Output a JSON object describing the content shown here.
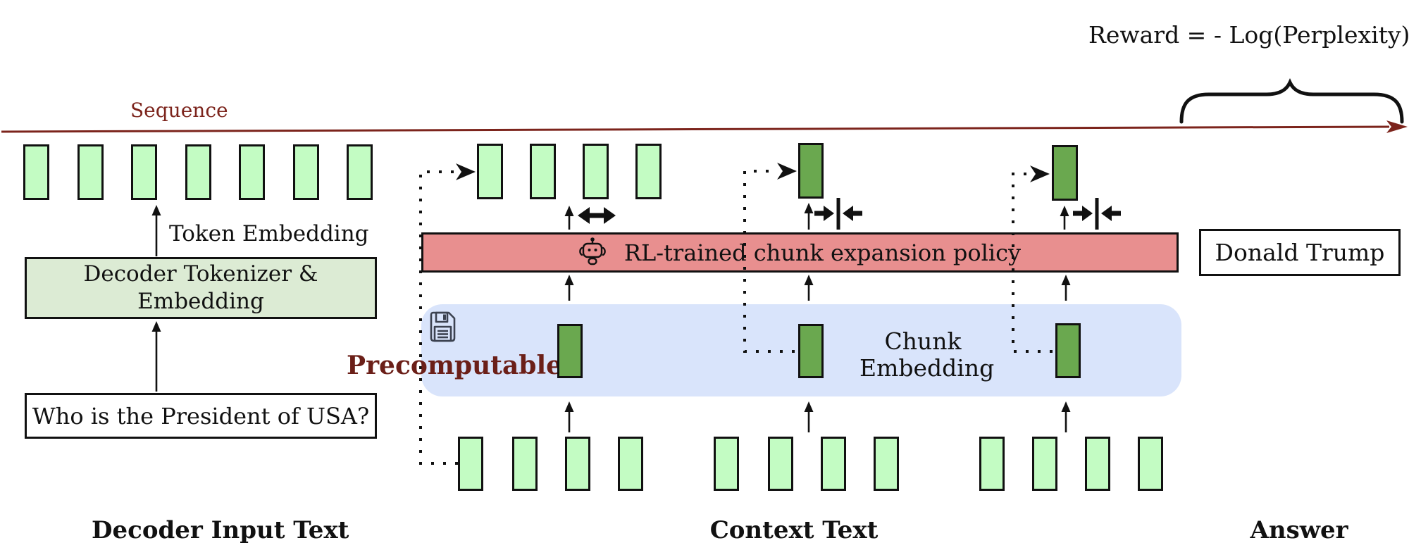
{
  "header": {
    "sequence_label": "Sequence",
    "reward_formula": "Reward = - Log(Perplexity)"
  },
  "decoder_branch": {
    "section_label": "Decoder Input Text",
    "input_text": "Who is the President of USA?",
    "tokenizer_box_line1": "Decoder Tokenizer &",
    "tokenizer_box_line2": "Embedding",
    "token_embedding_label": "Token Embedding",
    "token_count": 7
  },
  "policy": {
    "label": "RL-trained chunk expansion policy",
    "icon": "robot-icon"
  },
  "precompute": {
    "label": "Precomputable",
    "icon": "floppy-disk-icon",
    "chunk_embedding_line1": "Chunk",
    "chunk_embedding_line2": "Embedding",
    "chunk_embedding_count": 3
  },
  "context_branch": {
    "section_label": "Context Text",
    "group_count": 3,
    "tokens_per_group": 4,
    "sequence_light_token_count": 4,
    "inserted_chunk_token_count": 2
  },
  "answer_branch": {
    "answer_text": "Donald Trump",
    "section_label": "Answer"
  },
  "icons": {
    "expand": "expand-arrows-icon",
    "contract": "collapse-arrows-icon"
  },
  "colors": {
    "token_light": "#c3fcc3",
    "token_dark": "#6aa84f",
    "policy_bar": "#e88f8f",
    "precompute_bg": "#d9e4fb",
    "decoder_box": "#dcebd4",
    "maroon": "#7c241c",
    "maroon_dark": "#6b1f18",
    "icon_ink": "#3c4250"
  }
}
